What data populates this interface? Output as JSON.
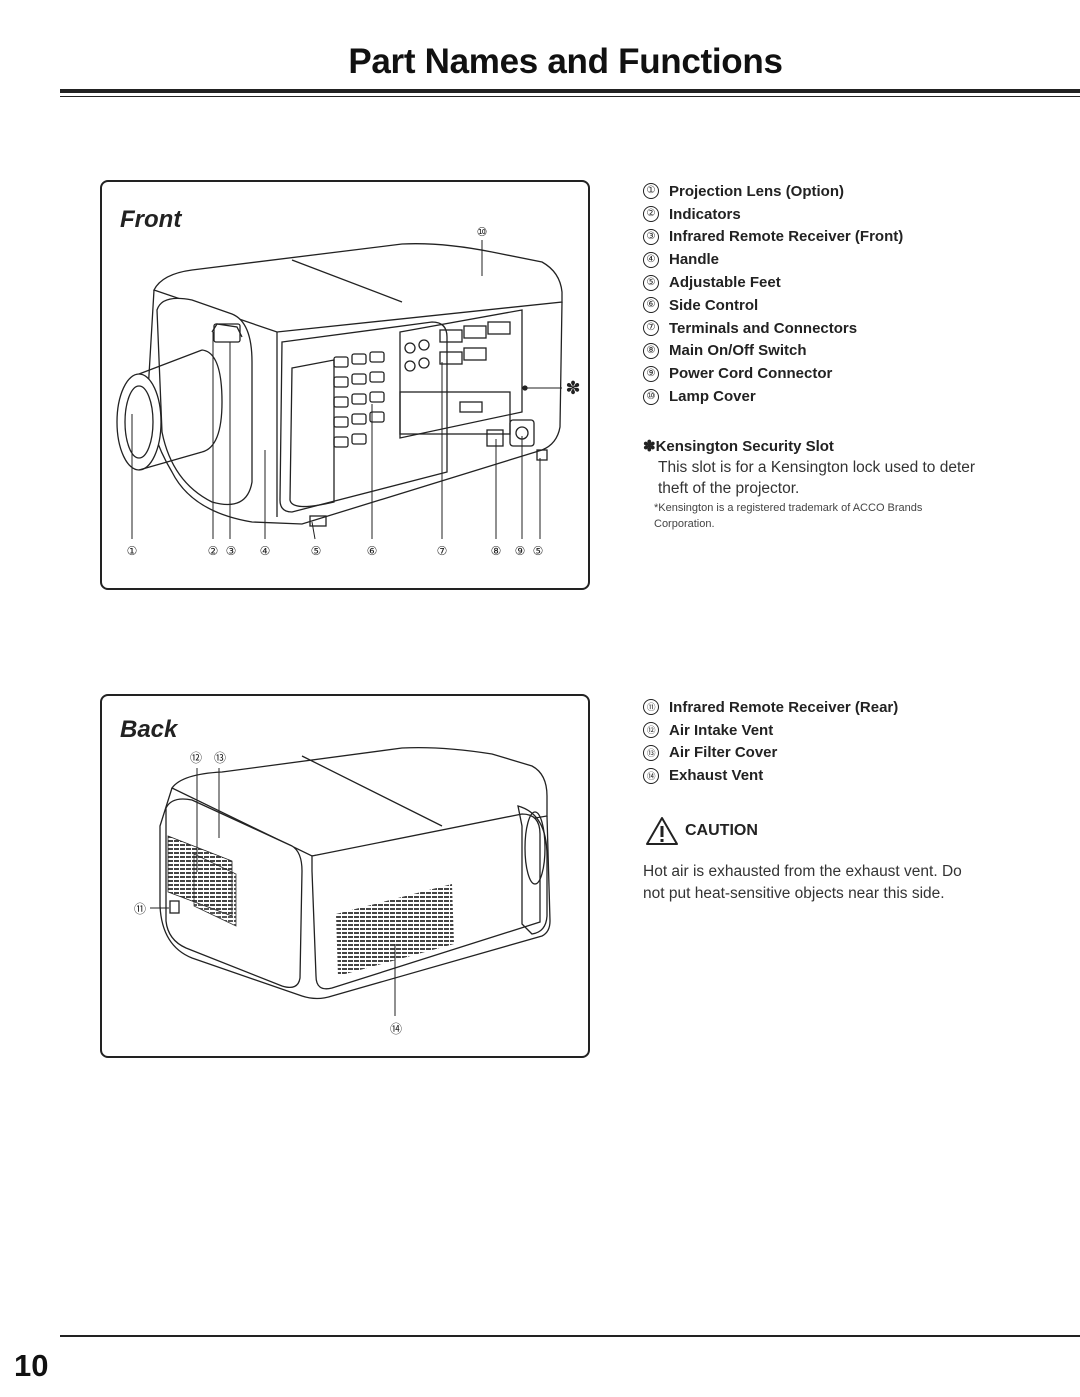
{
  "title": "Part Names and Functions",
  "front": {
    "heading": "Front",
    "callouts": {
      "lens": "①",
      "indicators": "②",
      "ir_front": "③",
      "handle": "④",
      "feet_left": "⑤",
      "side_control": "⑥",
      "terminals": "⑦",
      "main_switch": "⑧",
      "power_cord": "⑨",
      "feet_right": "⑤",
      "lamp_cover": "⑩",
      "kensington": "✽"
    },
    "legend": [
      {
        "num": "①",
        "label": "Projection Lens (Option)"
      },
      {
        "num": "②",
        "label": "Indicators"
      },
      {
        "num": "③",
        "label": "Infrared Remote Receiver (Front)"
      },
      {
        "num": "④",
        "label": "Handle"
      },
      {
        "num": "⑤",
        "label": "Adjustable Feet"
      },
      {
        "num": "⑥",
        "label": "Side Control"
      },
      {
        "num": "⑦",
        "label": "Terminals and Connectors"
      },
      {
        "num": "⑧",
        "label": "Main On/Off Switch"
      },
      {
        "num": "⑨",
        "label": "Power Cord Connector"
      },
      {
        "num": "⑩",
        "label": "Lamp Cover"
      }
    ]
  },
  "kensington": {
    "heading": "✽Kensington Security Slot",
    "body": "This slot is for a Kensington lock used to deter theft of the projector.",
    "note": "*Kensington is a registered trademark of ACCO Brands Corporation."
  },
  "back": {
    "heading": "Back",
    "callouts": {
      "ir_rear": "⑪",
      "air_intake": "⑫",
      "filter_cover": "⑬",
      "exhaust": "⑭"
    },
    "legend": [
      {
        "num": "⑪",
        "label": "Infrared Remote Receiver (Rear)"
      },
      {
        "num": "⑫",
        "label": "Air Intake Vent"
      },
      {
        "num": "⑬",
        "label": "Air Filter Cover"
      },
      {
        "num": "⑭",
        "label": "Exhaust Vent"
      }
    ]
  },
  "caution": {
    "label": "CAUTION",
    "body": "Hot air is exhausted from the exhaust vent. Do not put heat-sensitive objects near this side."
  },
  "page_number": "10"
}
